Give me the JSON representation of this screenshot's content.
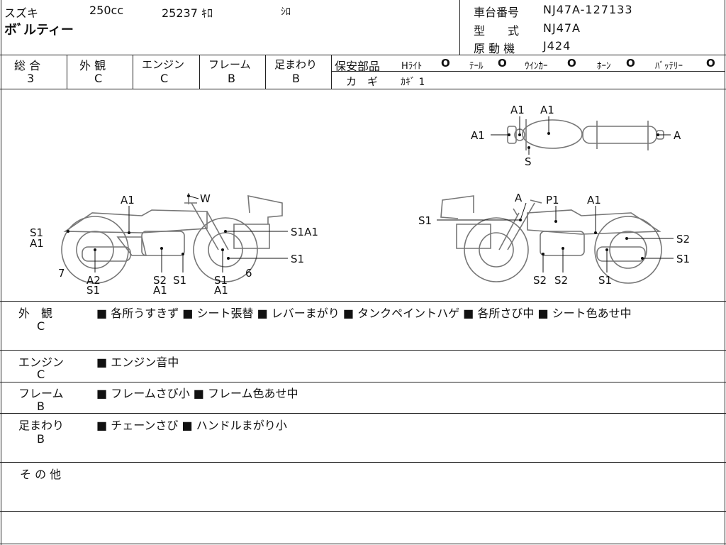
{
  "header": {
    "maker": "スズキ",
    "displacement": "250cc",
    "mileage": "25237 ｷﾛ",
    "color": "ｼﾛ",
    "model_name": "ボﾞルティー",
    "chassis_label": "車台番号",
    "chassis_value": "NJ47A-127133",
    "type_label": "型　　式",
    "type_value": "NJ47A",
    "engine_label": "原 動 機",
    "engine_value": "J424"
  },
  "grades": {
    "items": [
      {
        "label": "総 合",
        "value": "3"
      },
      {
        "label": "外 観",
        "value": "C"
      },
      {
        "label": "エンジン",
        "value": "C"
      },
      {
        "label": "フレーム",
        "value": "B"
      },
      {
        "label": "足まわり",
        "value": "B"
      }
    ],
    "safety_label": "保安部品",
    "safety_items": [
      {
        "label": "Hﾗｲﾄ",
        "mark": "O"
      },
      {
        "label": "ﾃｰﾙ",
        "mark": "O"
      },
      {
        "label": "ｳｲﾝｶｰ",
        "mark": "O"
      },
      {
        "label": "ﾎｰﾝ",
        "mark": "O"
      },
      {
        "label": "ﾊﾞｯﾃﾘｰ",
        "mark": "O"
      }
    ],
    "key_label": "カ　ギ",
    "key_value": "ｶｷﾞ 1"
  },
  "diagram": {
    "top": [
      "A1",
      "A1",
      "A1",
      "A",
      "S"
    ],
    "left": [
      "A1",
      "W",
      "S1",
      "A1",
      "S1A1",
      "S1",
      "7",
      "A2",
      "S1",
      "S2",
      "A1",
      "S1",
      "S1",
      "A1",
      "6"
    ],
    "right": [
      "A",
      "P1",
      "A1",
      "S1",
      "S2",
      "S1",
      "S2",
      "S2",
      "S1"
    ]
  },
  "remarks": [
    {
      "label": "外　観",
      "grade": "C",
      "text": "■ 各所うすきず ■ シート張替 ■ レバーまがり ■ タンクペイントハゲ ■ 各所さび中 ■ シート色あせ中"
    },
    {
      "label": "エンジン",
      "grade": "C",
      "text": "■ エンジン音中"
    },
    {
      "label": "フレーム",
      "grade": "B",
      "text": "■ フレームさび小 ■ フレーム色あせ中"
    },
    {
      "label": "足まわり",
      "grade": "B",
      "text": "■ チェーンさび ■ ハンドルまがり小"
    },
    {
      "label": "そ の 他",
      "grade": "",
      "text": ""
    }
  ]
}
